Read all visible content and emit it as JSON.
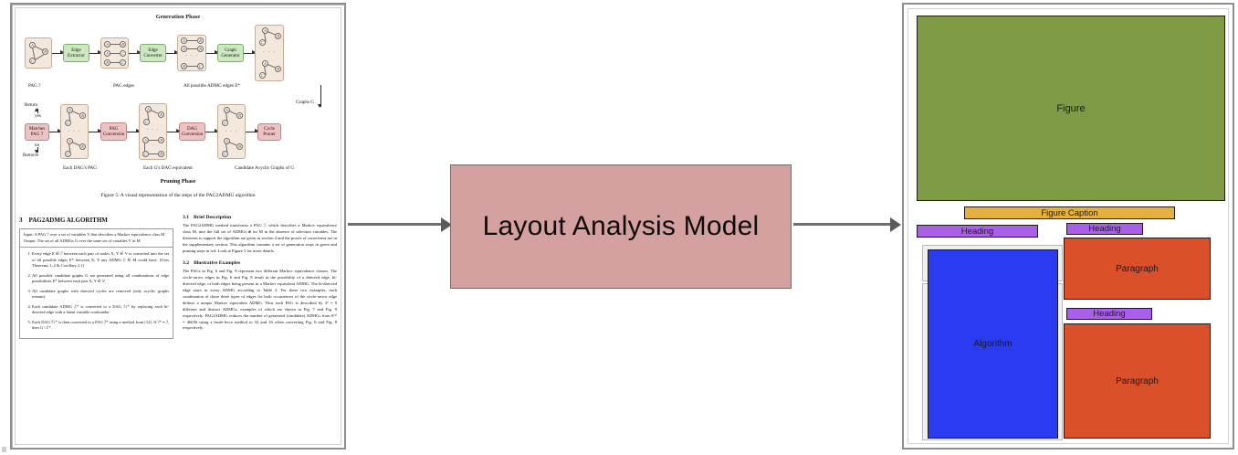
{
  "pipeline": {
    "model_label": "Layout Analysis Model",
    "arrow_in_name": "arrow-document-to-model",
    "arrow_out_name": "arrow-model-to-output",
    "colors": {
      "model_box": "#D4A0A0",
      "model_border": "#6E6E6E",
      "arrow": "#5A5A5A"
    }
  },
  "input_document": {
    "figure": {
      "phase_top_label": "Generation Phase",
      "phase_bottom_label": "Pruning Phase",
      "caption": "Figure 5: A visual representation of the steps of the PAG2ADMG algorithm",
      "generation_steps": [
        {
          "type": "graph",
          "caption": "PAG ℐ"
        },
        {
          "type": "process",
          "label": "Edge Extractor",
          "color": "green"
        },
        {
          "type": "graph",
          "caption": "PAG edges"
        },
        {
          "type": "process",
          "label": "Edge Converter",
          "color": "green"
        },
        {
          "type": "graph",
          "caption": "All possible ADMG edges E*"
        },
        {
          "type": "process",
          "label": "Graph Generator",
          "color": "green"
        },
        {
          "type": "graph",
          "caption": "Graphs G"
        }
      ],
      "pruning_steps": [
        {
          "type": "decision",
          "label": "Matches PAG ℐ",
          "color": "red",
          "yes_label": "Return",
          "yes_branch": "yes",
          "no_branch": "no",
          "no_label": "Remove"
        },
        {
          "type": "graph",
          "caption": "Each DAG's PAG"
        },
        {
          "type": "process",
          "label": "PAG Conversion",
          "color": "red"
        },
        {
          "type": "graph",
          "caption": "Each G's DAG equivalent"
        },
        {
          "type": "process",
          "label": "DAG Conversion",
          "color": "red"
        },
        {
          "type": "graph",
          "caption": "Candidate Acyclic Graphs of G"
        },
        {
          "type": "process",
          "label": "Cycle Pruner",
          "color": "red"
        }
      ],
      "node_labels": [
        "A",
        "B",
        "C"
      ],
      "ellipsis": "· · ·",
      "graphs_g_label": "Graphs G"
    },
    "left_column": {
      "section_number": "3",
      "section_title": "PAG2ADMG ALGORITHM",
      "io_block": [
        "Input: A PAG ℐ over a set of variables V that describes a Markov equivalence class M",
        "Output: The set of all ADMGs G over the same set of variables V in M"
      ],
      "steps": [
        "Every edge E ∈ ℐ between each pair of nodes X, Y ∈ V is converted into the set of all possible edges E* between X, Y any ADMG ℰ ∈ M could have. (Uses Theorems 1–2 & Corollary 2.1)",
        "All possible candidate graphs G are generated using all combinations of edge possibilities E* between each pair X, Y ∈ V.",
        "All candidate graphs with directed cycles are removed (only acyclic graphs remain).",
        "Each candidate ADMG ℰ* is converted to a DAG ℋ* by replacing each bi-directed edge with a latent variable confounder.",
        "Each DAG ℋ* is then converted to a PAG ℐ* using a method from [12]. If ℐ* ≠ ℐ, then G \\ ℰ*."
      ]
    },
    "right_column": {
      "sub1_number": "3.1",
      "sub1_title": "Brief Description",
      "sub1_text": "The PAG2ADMG method transforms a PAG ℐ, which describes a Markov equivalence class M, into the full set of ADMGs 𝒆 for M in the absence of selection variables. The theorems to support the algorithm are given in section 4 and the proofs of correctness are in the supplementary section. This algorithm contains a set of generation steps in green and pruning steps in red. Look at Figure 5 for more details.",
      "sub2_number": "3.2",
      "sub2_title": "Illustrative Examples",
      "sub2_text": "The PAGs in Fig. 6 and Fig. 8 represent two different Markov equivalence classes. The circle-arrow edges in Fig. 6 and Fig. 8 result in the possibility of a directed edge, bi-directed edge, or both edges being present in a Markov equivalent ADMG. The bi-directed edge stays in every ADMG according to Table 2. For these two examples, each combination of those three types of edges for both occurrences of the circle-arrow edge defines a unique Markov equivalent ADMG. Thus each PAG is described by 3² = 9 different and distinct ADMGs, examples of which are shown in Fig. 7 and Fig. 9 respectively. PAG2ADMG reduces the number of generated (candidate) ADMGs from 6⁽³⁾ = 46656 using a brute-force method to 32 and 16 when converting Fig. 6 and Fig. 8 respectively."
    }
  },
  "output_document": {
    "regions": [
      {
        "id": "figure",
        "label": "Figure",
        "color": "#7F9B46"
      },
      {
        "id": "figure-caption",
        "label": "Figure Caption",
        "color": "#E5B13E"
      },
      {
        "id": "heading-1",
        "label": "Heading",
        "color": "#A95FE8"
      },
      {
        "id": "heading-2",
        "label": "Heading",
        "color": "#A95FE8"
      },
      {
        "id": "paragraph-1",
        "label": "Paragraph",
        "color": "#D9502B"
      },
      {
        "id": "heading-3",
        "label": "Heading",
        "color": "#A95FE8"
      },
      {
        "id": "paragraph-2",
        "label": "Paragraph",
        "color": "#D9502B"
      },
      {
        "id": "algorithm",
        "label": "Algorithm",
        "color": "#2B3BF0"
      }
    ]
  }
}
